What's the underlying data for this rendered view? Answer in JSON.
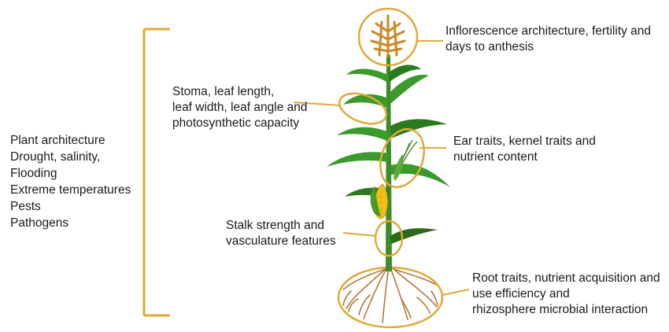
{
  "colors": {
    "annotation": "#e0a93a",
    "leaf": "#3a9a2a",
    "leaf_dark": "#2b7a1e",
    "stalk": "#3c8c2a",
    "tassel": "#c98a2a",
    "cob": "#f2c21a",
    "root": "#b07a3a",
    "text": "#1a1a1a"
  },
  "left_list": [
    "Plant architecture",
    "Drought, salinity,",
    "Flooding",
    "Extreme temperatures",
    "Pests",
    "Pathogens"
  ],
  "labels": {
    "inflorescence": [
      "Inflorescence architecture, fertility and",
      "days to anthesis"
    ],
    "stoma": [
      "Stoma, leaf length,",
      "leaf width, leaf angle and",
      "photosynthetic capacity"
    ],
    "ear": [
      "Ear traits, kernel traits and",
      "nutrient content"
    ],
    "stalk": [
      "Stalk strength and",
      "vasculature features"
    ],
    "root": [
      "Root traits, nutrient acquisition and",
      "use efficiency and",
      "rhizosphere microbial interaction"
    ]
  }
}
